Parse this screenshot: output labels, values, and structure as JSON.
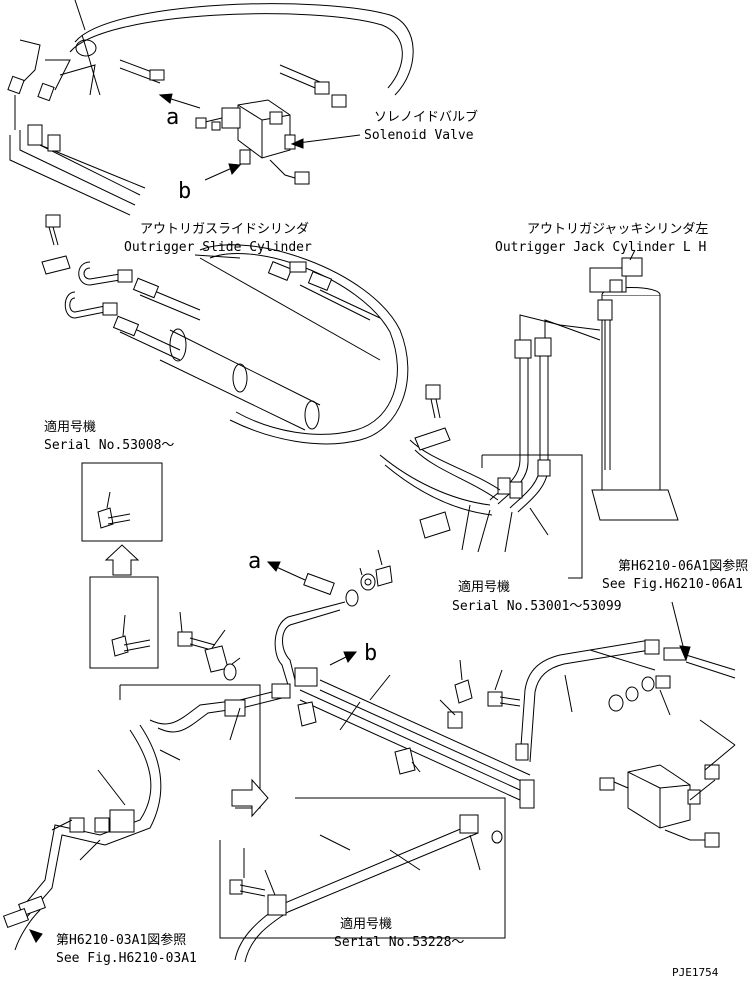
{
  "labels": {
    "solenoid_jp": "ソレノイドバルブ",
    "solenoid_en": "Solenoid Valve",
    "slide_cyl_jp": "アウトリガスライドシリンダ",
    "slide_cyl_en": "Outrigger Slide Cylinder",
    "jack_cyl_jp": "アウトリガジャッキシリンダ左",
    "jack_cyl_en": "Outrigger Jack Cylinder L H",
    "serial1_jp": "適用号機",
    "serial1_en": "Serial No.53008～",
    "serial2_jp": "適用号機",
    "serial2_en": "Serial No.53001～53099",
    "serial3_jp": "適用号機",
    "serial3_en": "Serial No.53228～",
    "ref_06_jp": "第H6210-06A1図参照",
    "ref_06_en": "See Fig.H6210-06A1",
    "ref_03_jp": "第H6210-03A1図参照",
    "ref_03_en": "See Fig.H6210-03A1",
    "arrow_a_top": "a",
    "arrow_b_top": "b",
    "arrow_a_mid": "a",
    "arrow_b_mid": "b",
    "drawing_id": "PJE1754"
  }
}
